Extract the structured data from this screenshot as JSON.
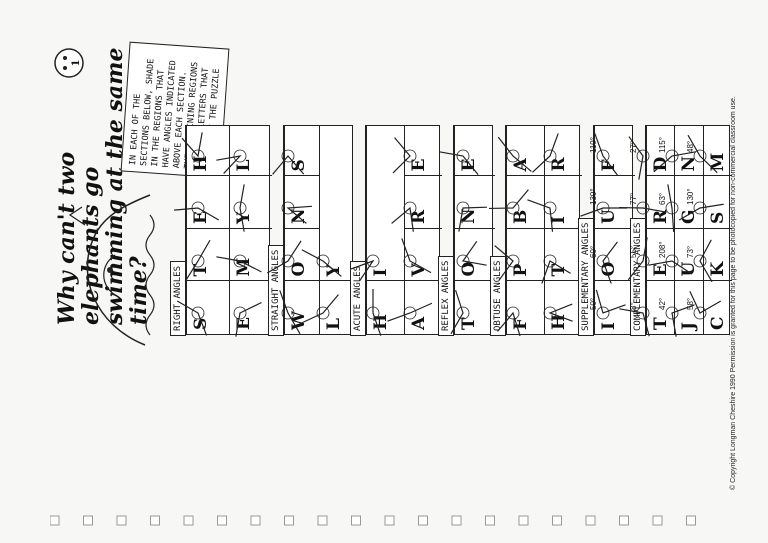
{
  "page_number": "1",
  "title": [
    "Why can't two elephants go",
    "swimming at the same time?"
  ],
  "instructions": "IN EACH OF THE SECTIONS BELOW, SHADE IN THE REGIONS THAT HAVE ANGLES INDICATED ABOVE EACH SECTION. THE REMAINING REGIONS CONTAIN LETTERS THAT SPELL OUT THE PUZZLE ANSWER!",
  "sections": [
    {
      "label": "RIGHT ANGLES",
      "rows": [
        {
          "cells": [
            {
              "letter": "S"
            },
            {
              "letter": "T"
            },
            {
              "letter": "E"
            },
            {
              "letter": "H"
            }
          ]
        },
        {
          "cells": [
            {
              "letter": "E"
            },
            {
              "letter": "M"
            },
            {
              "letter": "Y"
            },
            {
              "letter": "L"
            }
          ]
        }
      ]
    },
    {
      "label": "STRAIGHT ANGLES",
      "rows": [
        {
          "cells": [
            {
              "letter": "W"
            },
            {
              "letter": "O"
            },
            {
              "letter": "N"
            },
            {
              "letter": "S"
            }
          ]
        },
        {
          "cells": [
            {
              "letter": "L"
            },
            {
              "letter": "Y"
            }
          ]
        }
      ]
    },
    {
      "label": "ACUTE ANGLES",
      "rows": [
        {
          "cells": [
            {
              "letter": "H"
            },
            {
              "letter": "I"
            }
          ]
        },
        {
          "cells": [
            {
              "letter": "A"
            },
            {
              "letter": "V"
            },
            {
              "letter": "R"
            },
            {
              "letter": "E"
            }
          ]
        }
      ]
    },
    {
      "label": "REFLEX ANGLES",
      "rows": [
        {
          "cells": [
            {
              "letter": "T"
            },
            {
              "letter": "O"
            },
            {
              "letter": "N"
            },
            {
              "letter": "E"
            }
          ]
        }
      ]
    },
    {
      "label": "OBTUSE ANGLES",
      "rows": [
        {
          "cells": [
            {
              "letter": "F"
            },
            {
              "letter": "P"
            },
            {
              "letter": "B"
            },
            {
              "letter": "A"
            }
          ]
        },
        {
          "cells": [
            {
              "letter": "H"
            },
            {
              "letter": "T"
            },
            {
              "letter": "I"
            },
            {
              "letter": "R"
            }
          ]
        }
      ]
    },
    {
      "label": "SUPPLEMENTARY ANGLES",
      "rows": [
        {
          "cells": [
            {
              "letter": "I",
              "deg": "50°"
            },
            {
              "letter": "O",
              "deg": "60°"
            },
            {
              "letter": "U",
              "deg": "130°"
            },
            {
              "letter": "F",
              "deg": "110°"
            }
          ]
        }
      ]
    },
    {
      "label": "COMPLEMENTARY ANGLES",
      "rows": [
        {
          "cells": [
            {
              "letter": "T",
              "deg": "8°"
            },
            {
              "letter": "E",
              "deg": "55°"
            },
            {
              "letter": "R",
              "deg": "77°"
            },
            {
              "letter": "D",
              "deg": "27°"
            }
          ]
        },
        {
          "cells": [
            {
              "letter": "J",
              "deg": "42°"
            },
            {
              "letter": "U",
              "deg": "208°"
            },
            {
              "letter": "G",
              "deg": "63°"
            },
            {
              "letter": "N",
              "deg": "115°"
            }
          ]
        },
        {
          "cells": [
            {
              "letter": "C",
              "deg": "58°"
            },
            {
              "letter": "K",
              "deg": "73°"
            },
            {
              "letter": "S",
              "deg": "130°"
            },
            {
              "letter": "M",
              "deg": "48°"
            }
          ]
        }
      ]
    }
  ],
  "copyright": "© Copyright Longman Cheshire 1990 Permission is granted for this page to be photocopied for non-commercial classroom use."
}
